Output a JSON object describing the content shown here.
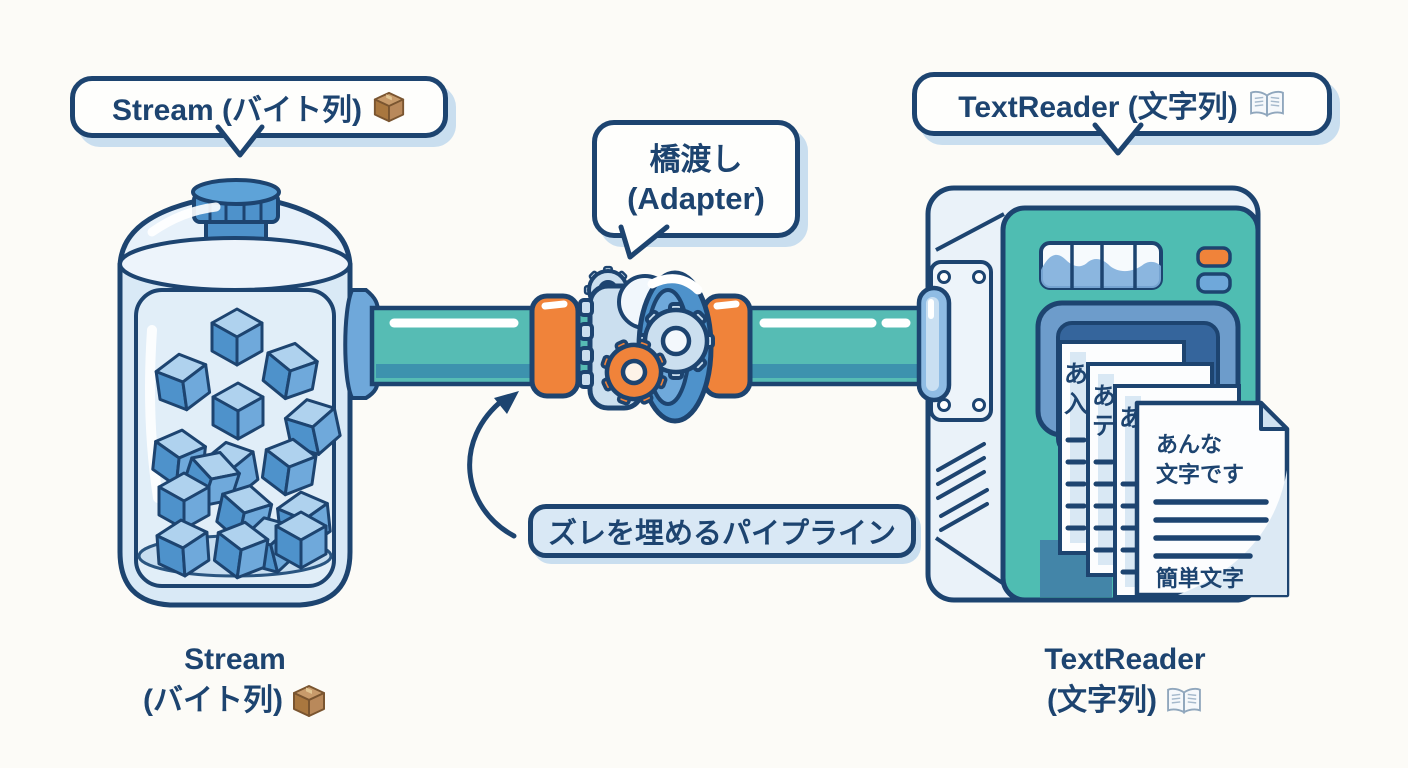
{
  "bubbles": {
    "stream": {
      "label": "Stream (バイト列)",
      "icon": "package-icon"
    },
    "adapter": {
      "line1": "橋渡し",
      "line2": "(Adapter)"
    },
    "textreader": {
      "label": "TextReader (文字列)",
      "icon": "open-book-icon"
    }
  },
  "pipeline_label": "ズレを埋めるパイプライン",
  "captions": {
    "stream": {
      "line1": "Stream",
      "line2": "(バイト列)",
      "icon": "package-icon"
    },
    "textreader": {
      "line1": "TextReader",
      "line2": "(文字列)",
      "icon": "open-book-icon"
    }
  },
  "documents": {
    "front": {
      "line1": "あんな",
      "line2": "文字です",
      "footer": "簡単文字"
    },
    "back_pages": [
      {
        "chars": [
          "あ",
          "入"
        ]
      },
      {
        "chars": [
          "あ",
          "テ"
        ]
      },
      {
        "chars": [
          "あ"
        ]
      }
    ]
  },
  "colors": {
    "outline_navy": "#1d4470",
    "pipe_teal": "#56bcb4",
    "pipe_shade": "#3d92ae",
    "flange_orange": "#f0833a",
    "accent_blue": "#4e92cb",
    "light_blue": "#d9e8f5",
    "machine_teal": "#4fbdb2",
    "slot_blue": "#35659c",
    "background": "#fcfbf7"
  }
}
